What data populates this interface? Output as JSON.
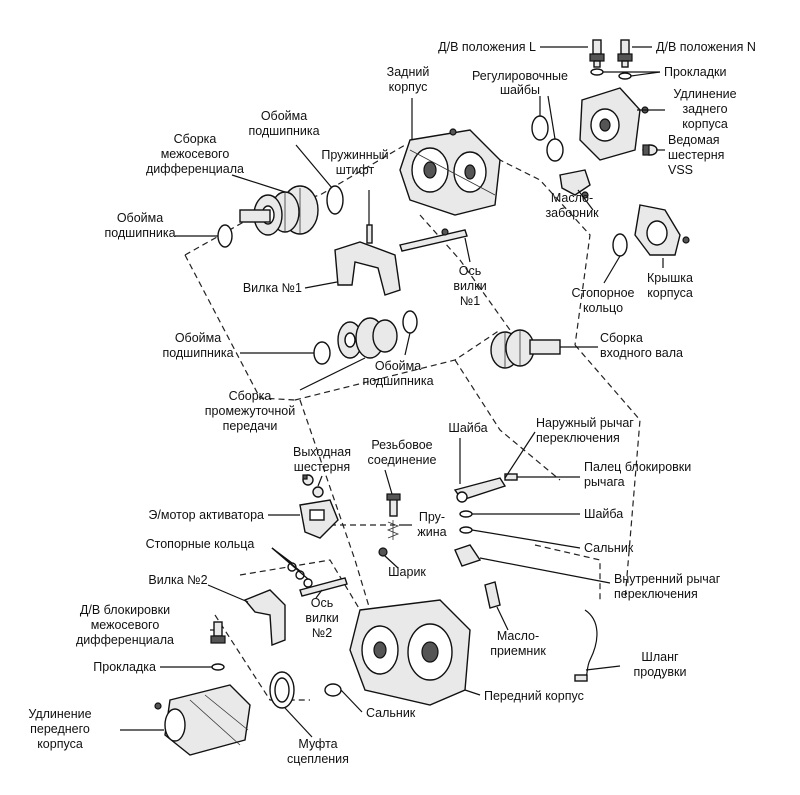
{
  "labels": {
    "sensor_l": "Д/В положения L",
    "sensor_n": "Д/В положения N",
    "gaskets_top": "Прокладки",
    "rear_case_1": "Задний",
    "rear_case_2": "корпус",
    "shims_1": "Регулировочные",
    "shims_2": "шайбы",
    "rear_ext_1": "Удлинение",
    "rear_ext_2": "заднего",
    "rear_ext_3": "корпуса",
    "vss_1": "Ведомая",
    "vss_2": "шестерня",
    "vss_3": "VSS",
    "race_top_1": "Обойма",
    "race_top_2": "подшипника",
    "diff_1": "Сборка",
    "diff_2": "межосевого",
    "diff_3": "дифференциала",
    "pin_1": "Пружинный",
    "pin_2": "штифт",
    "race_left_1": "Обойма",
    "race_left_2": "подшипника",
    "oil_pick_top_1": "Масло-",
    "oil_pick_top_2": "заборник",
    "fork1": "Вилка №1",
    "fork1_axle_1": "Ось",
    "fork1_axle_2": "вилки",
    "fork1_axle_3": "№1",
    "cover_1": "Крышка",
    "cover_2": "корпуса",
    "snap_ring_1": "Стопорное",
    "snap_ring_2": "кольцо",
    "race_mid_1": "Обойма",
    "race_mid_2": "подшипника",
    "input_1": "Сборка",
    "input_2": "входного вала",
    "race_bot_1": "Обойма",
    "race_bot_2": "подшипника",
    "counter_1": "Сборка",
    "counter_2": "промежуточной",
    "counter_3": "передачи",
    "washer_top": "Шайба",
    "outer_lever_1": "Наружный рычаг",
    "outer_lever_2": "переключения",
    "output_gear_1": "Выходная",
    "output_gear_2": "шестерня",
    "threaded_1": "Резьбовое",
    "threaded_2": "соединение",
    "lock_pin_1": "Палец блокировки",
    "lock_pin_2": "рычага",
    "actuator": "Э/мотор активатора",
    "spring_1": "Пру-",
    "spring_2": "жина",
    "washer_bot": "Шайба",
    "seal_right": "Сальник",
    "snap_rings": "Стопорные кольца",
    "ball": "Шарик",
    "inner_lever_1": "Внутренний рычаг",
    "inner_lever_2": "переключения",
    "fork2": "Вилка №2",
    "fork2_axle_1": "Ось",
    "fork2_axle_2": "вилки",
    "fork2_axle_3": "№2",
    "diff_lock_1": "Д/В блокировки",
    "diff_lock_2": "межосевого",
    "diff_lock_3": "дифференциала",
    "oil_pick_bot_1": "Масло-",
    "oil_pick_bot_2": "приемник",
    "hose_1": "Шланг",
    "hose_2": "продувки",
    "gasket_bot": "Прокладка",
    "front_case": "Передний корпус",
    "seal_bot": "Сальник",
    "front_ext_1": "Удлинение",
    "front_ext_2": "переднего",
    "front_ext_3": "корпуса",
    "clutch_1": "Муфта",
    "clutch_2": "сцепления"
  }
}
